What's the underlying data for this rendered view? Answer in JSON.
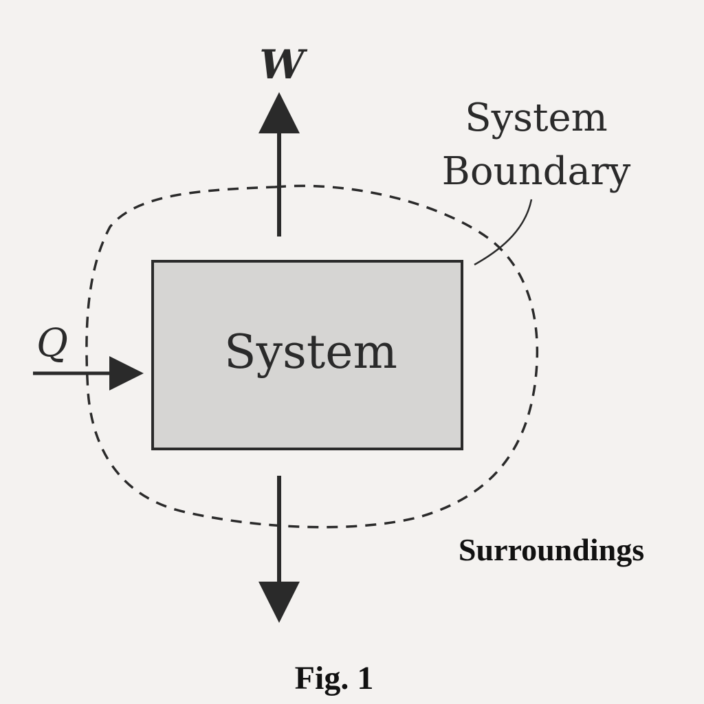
{
  "figure": {
    "work_label": "W",
    "heat_label": "Q",
    "system_label": "System",
    "boundary_label_line1": "System",
    "boundary_label_line2": "Boundary",
    "surroundings_label": "Surroundings",
    "caption": "Fig. 1"
  },
  "colors": {
    "background": "#f4f2f0",
    "ink": "#2a2a2a",
    "system_fill": "#d6d5d3",
    "system_stroke": "#2a2a2a"
  }
}
